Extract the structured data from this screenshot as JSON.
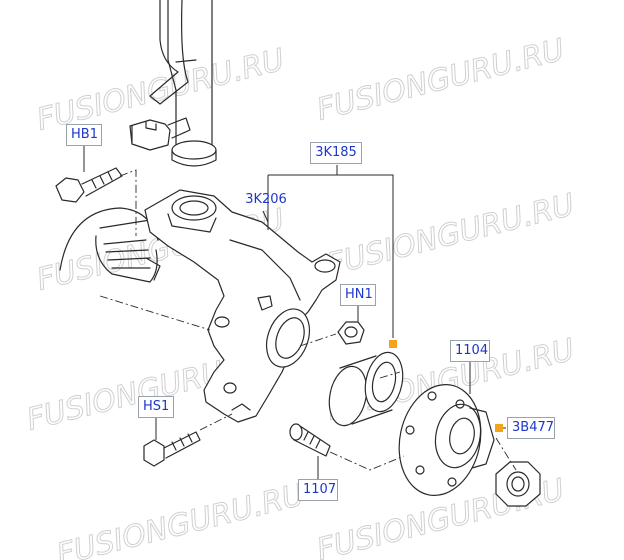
{
  "watermark_text": "FUSIONGURU.RU",
  "colors": {
    "line": "#2a2a2a",
    "label_text": "#1f37c9",
    "label_border": "#9aa3ad",
    "marker": "#f5a31a",
    "watermark": "#c8c8c8"
  },
  "callouts": {
    "hb1": "HB1",
    "k185": "3K185",
    "k206": "3K206",
    "hn1": "HN1",
    "p1104": "1104",
    "hs1": "HS1",
    "p1107": "1107",
    "b477": "3B477"
  }
}
